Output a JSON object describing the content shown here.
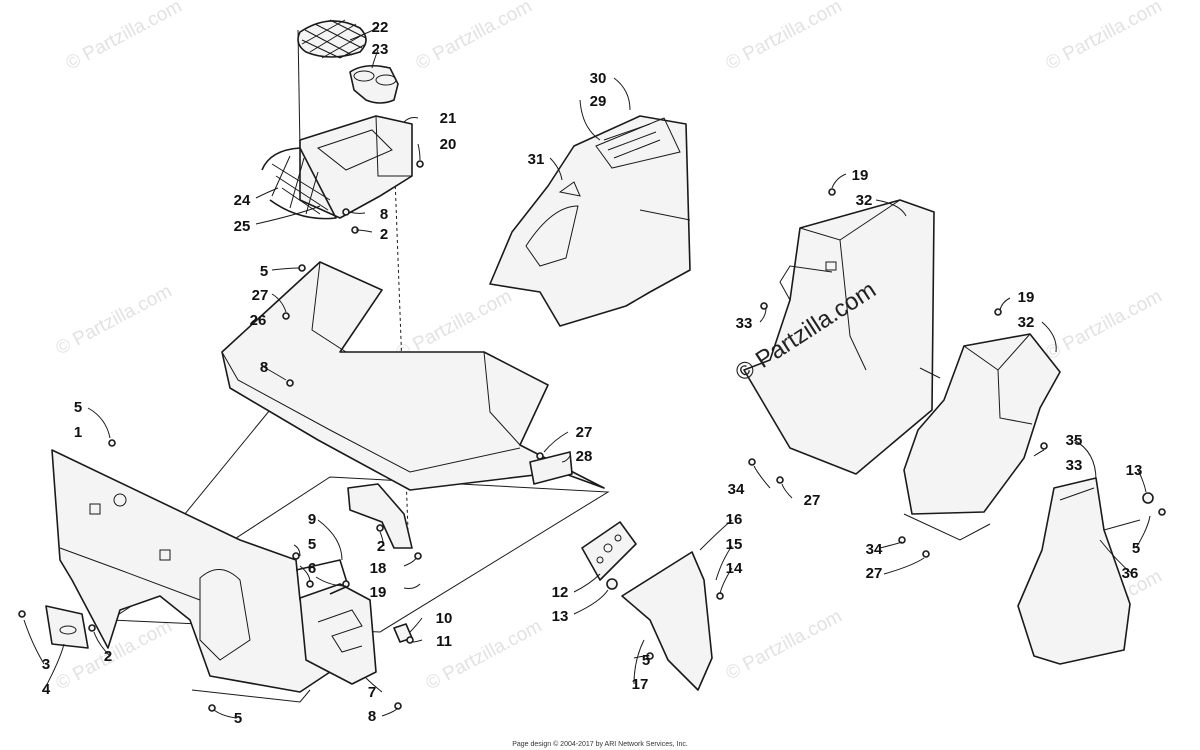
{
  "watermark": {
    "text": "© Partzilla.com",
    "prominent_text": "© Partzilla.com"
  },
  "footer": {
    "copyright": "Page design © 2004-2017 by ARI Network Services, Inc."
  },
  "callouts": [
    "22",
    "23",
    "21",
    "20",
    "24",
    "8",
    "25",
    "2",
    "30",
    "29",
    "31",
    "19",
    "32",
    "33",
    "19",
    "32",
    "5",
    "27",
    "26",
    "8",
    "5",
    "1",
    "27",
    "28",
    "35",
    "33",
    "13",
    "34",
    "27",
    "9",
    "5",
    "6",
    "2",
    "18",
    "19",
    "16",
    "15",
    "14",
    "12",
    "13",
    "34",
    "27",
    "5",
    "36",
    "10",
    "11",
    "3",
    "4",
    "2",
    "5",
    "7",
    "8",
    "5",
    "17"
  ]
}
